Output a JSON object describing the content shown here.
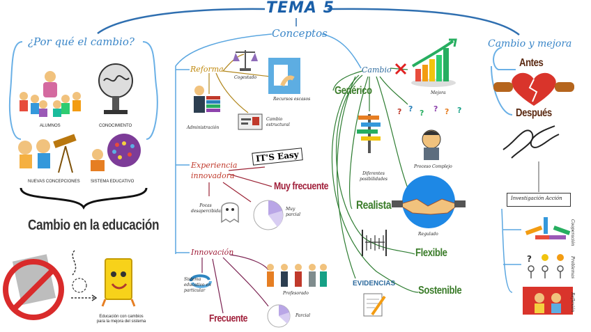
{
  "diagram": {
    "title": "TEMA 5",
    "concepts": "Conceptos",
    "why_change": "¿Por qué el cambio?",
    "change_improvement": "Cambio y mejora",
    "left": {
      "labels": [
        "ALUMNOS",
        "CONOCIMIENTO",
        "NUEVAS CONCEPCIONES",
        "SISTEMA EDUCATIVO"
      ],
      "headline": "Cambio en la educación",
      "caption": "Educación con cambios para la mejora del sistema"
    },
    "reforma": {
      "label": "Reforma",
      "children": [
        "Cogestado",
        "Recursos escasos",
        "Administración",
        "Cambio estructural"
      ]
    },
    "experiencia": {
      "label": "Experiencia innovadora",
      "easy": "IT'S Easy",
      "children": [
        "Muy frecuente",
        "Pocas desapercibidas",
        "Muy parcial"
      ]
    },
    "innovacion": {
      "label": "Innovación",
      "children": [
        "Sistema educativo en particular",
        "Profesorado",
        "Frecuente",
        "Parcial"
      ]
    },
    "cambio": {
      "label": "Cambio",
      "children": [
        "Mejora",
        "Genérico",
        "Diferentes posibilidades",
        "Proceso Complejo",
        "Realista",
        "Regulado",
        "Flexible",
        "Sostenible"
      ],
      "evidence": "EVIDENCIAS"
    },
    "mejora": {
      "before": "Antes",
      "after": "Después",
      "research": "Investigación Acción",
      "steps": [
        "Cooperación",
        "Problemas",
        "Reflexión"
      ]
    }
  }
}
